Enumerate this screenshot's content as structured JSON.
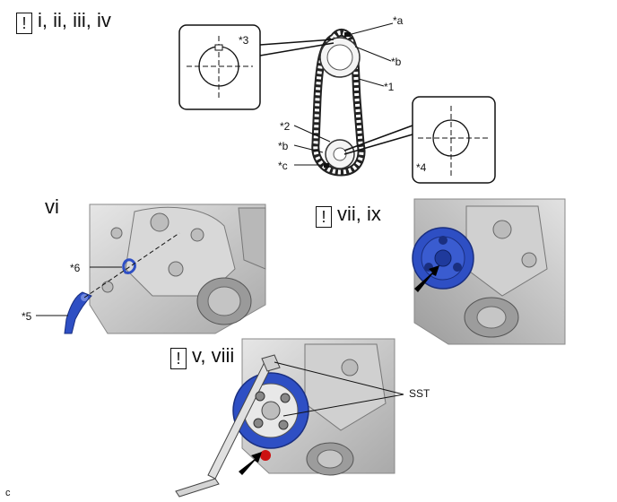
{
  "steps": {
    "top": "i, ii, iii, iv",
    "middle_left": "vi",
    "middle_right": "vii, ix",
    "bottom": "v, viii",
    "caution_mark": "!"
  },
  "callouts": {
    "a": "*a",
    "b_top": "*b",
    "one": "*1",
    "two": "*2",
    "three": "*3",
    "b_mid": "*b",
    "c": "*c",
    "four": "*4",
    "five": "*5",
    "six": "*6",
    "sst": "SST"
  },
  "footer": {
    "code": "c"
  },
  "colors": {
    "part_blue": "#2e4fc4",
    "engine_gray": "#c9c9c9",
    "marker_red": "#cc1111",
    "arrow_black": "#000000"
  }
}
